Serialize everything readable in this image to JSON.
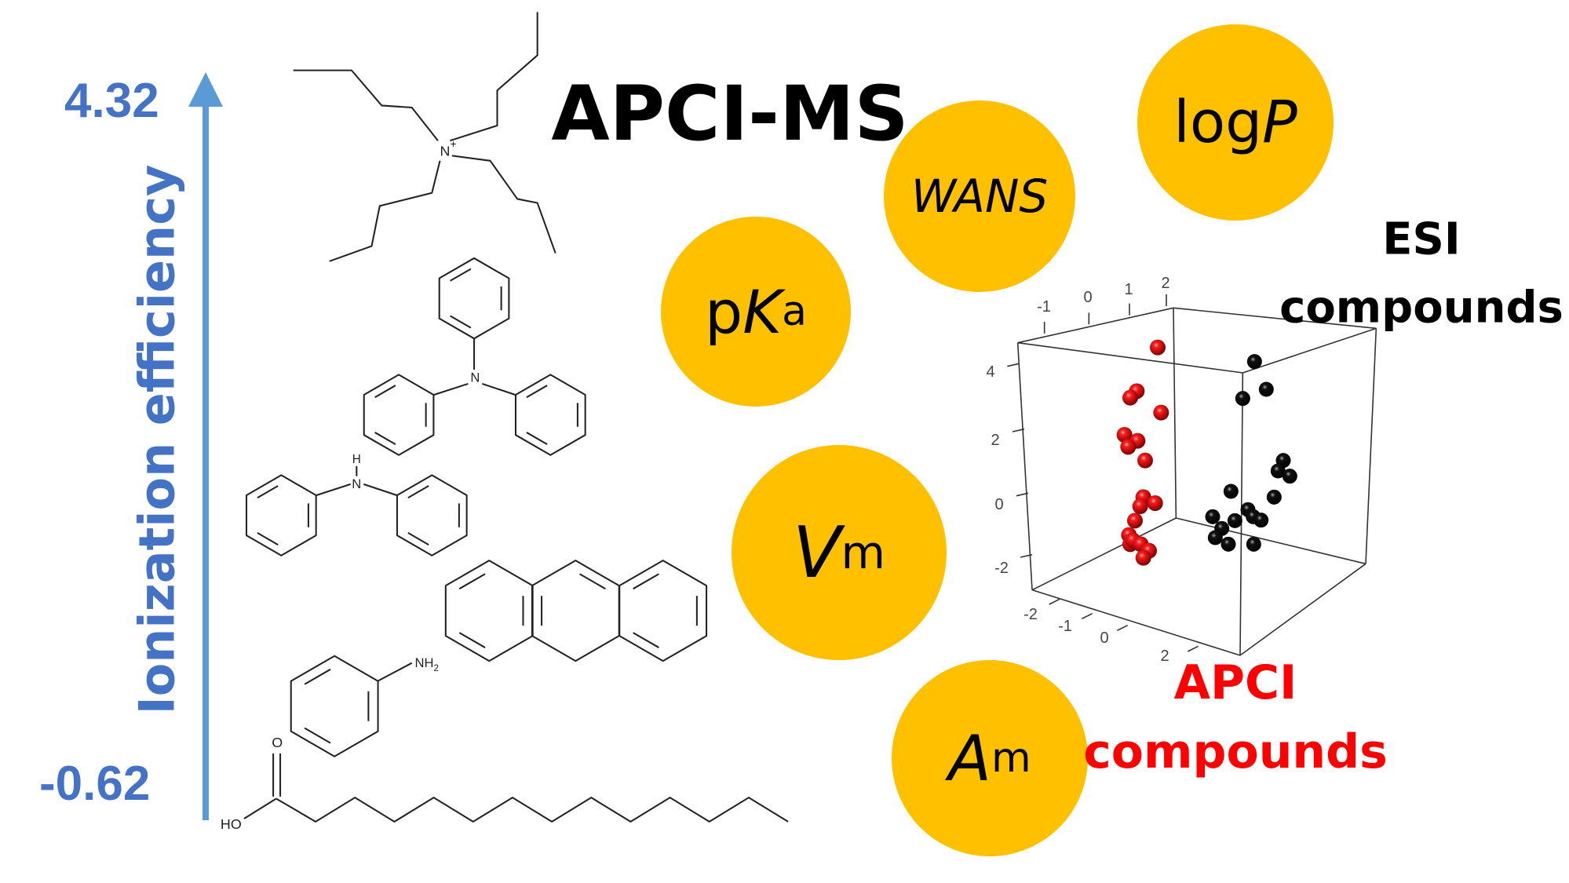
{
  "axis": {
    "top_value": "4.32",
    "bottom_value": "-0.62",
    "label": "Ionization efficiency",
    "color": "#4472C4",
    "arrow_color": "#5B9BD5"
  },
  "title": "APCI-MS",
  "descriptors": [
    {
      "base": "log",
      "ital": "P",
      "sub": ""
    },
    {
      "base": "",
      "ital": "WANS",
      "sub": ""
    },
    {
      "base": "p",
      "ital": "K",
      "sub": "a"
    },
    {
      "base": "",
      "ital": "V",
      "sub": "m"
    },
    {
      "base": "",
      "ital": "A",
      "sub": "m"
    }
  ],
  "descriptor_color": "#FFC000",
  "molecule_labels": {
    "n_plus": "N",
    "plus": "+",
    "n": "N",
    "nh_h": "H",
    "nh_n": "N",
    "nh2": "NH",
    "nh2_sub": "2",
    "ho": "HO",
    "o": "O"
  },
  "plot": {
    "z_ticks": [
      "4",
      "2",
      "0",
      "-2"
    ],
    "top_ticks": [
      "-1",
      "0",
      "1",
      "2"
    ],
    "bottom_ticks": [
      "-2",
      "-1",
      "0",
      "2"
    ]
  },
  "esi_label": {
    "line1": "ESI",
    "line2": "compounds",
    "color": "#000000"
  },
  "apci_label": {
    "line1": "APCI",
    "line2": "compounds",
    "color": "#FF0000"
  }
}
